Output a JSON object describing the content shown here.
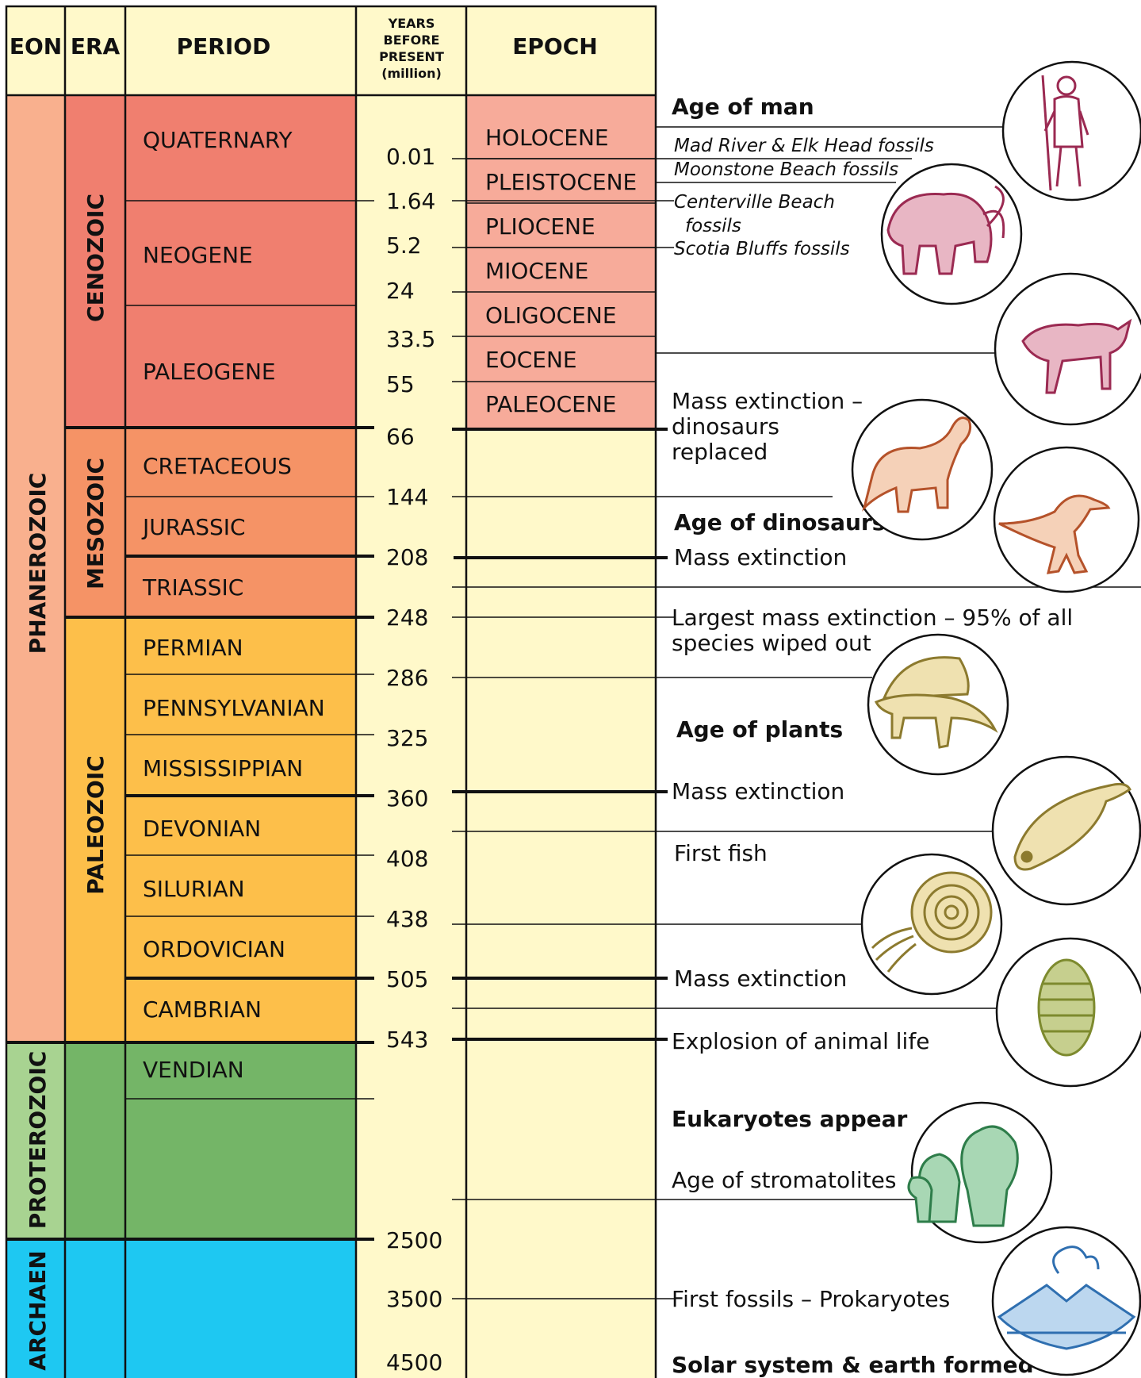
{
  "headers": {
    "eon": "EON",
    "era": "ERA",
    "period": "PERIOD",
    "years": [
      "YEARS",
      "BEFORE",
      "PRESENT",
      "(million)"
    ],
    "epoch": "EPOCH"
  },
  "colors": {
    "phanerozoic": "#f9b08e",
    "proterozoic": "#a8d391",
    "archaen": "#1ec8f2",
    "cenozoic": "#f07f6f",
    "mesozoic": "#f59366",
    "paleozoic": "#fdbf4a",
    "proterozoic_era": "#74b567",
    "epoch_fill": "#f7ab9a",
    "years_bg": "#fff9ca"
  },
  "eons": [
    {
      "label": "PHANEROZOIC"
    },
    {
      "label": "PROTEROZOIC"
    },
    {
      "label": "ARCHAEN"
    }
  ],
  "eras": [
    {
      "label": "CENOZOIC"
    },
    {
      "label": "MESOZOIC"
    },
    {
      "label": "PALEOZOIC"
    }
  ],
  "periods": [
    {
      "label": "QUATERNARY"
    },
    {
      "label": "NEOGENE"
    },
    {
      "label": "PALEOGENE"
    },
    {
      "label": "CRETACEOUS"
    },
    {
      "label": "JURASSIC"
    },
    {
      "label": "TRIASSIC"
    },
    {
      "label": "PERMIAN"
    },
    {
      "label": "PENNSYLVANIAN"
    },
    {
      "label": "MISSISSIPPIAN"
    },
    {
      "label": "DEVONIAN"
    },
    {
      "label": "SILURIAN"
    },
    {
      "label": "ORDOVICIAN"
    },
    {
      "label": "CAMBRIAN"
    },
    {
      "label": "VENDIAN"
    }
  ],
  "epochs": [
    {
      "label": "HOLOCENE"
    },
    {
      "label": "PLEISTOCENE"
    },
    {
      "label": "PLIOCENE"
    },
    {
      "label": "MIOCENE"
    },
    {
      "label": "OLIGOCENE"
    },
    {
      "label": "EOCENE"
    },
    {
      "label": "PALEOCENE"
    }
  ],
  "years": [
    "0.01",
    "1.64",
    "5.2",
    "24",
    "33.5",
    "55",
    "66",
    "144",
    "208",
    "248",
    "286",
    "325",
    "360",
    "408",
    "438",
    "505",
    "543",
    "2500",
    "3500",
    "4500"
  ],
  "notes": [
    {
      "text": "Age of man",
      "style": "bold"
    },
    {
      "text": "Mad River & Elk Head fossils",
      "style": "italic"
    },
    {
      "text": "Moonstone Beach fossils",
      "style": "italic"
    },
    {
      "text": "Centerville Beach",
      "style": "italic"
    },
    {
      "text": "fossils",
      "style": "italic"
    },
    {
      "text": "Scotia Bluffs fossils",
      "style": "italic"
    },
    {
      "text": "Mass extinction –",
      "style": "normal"
    },
    {
      "text": "dinosaurs",
      "style": "normal"
    },
    {
      "text": "replaced",
      "style": "normal"
    },
    {
      "text": "Age of dinosaurs",
      "style": "bold"
    },
    {
      "text": "Mass extinction",
      "style": "normal"
    },
    {
      "text": "Largest mass extinction – 95% of all",
      "style": "normal"
    },
    {
      "text": "species wiped out",
      "style": "normal"
    },
    {
      "text": "Age of plants",
      "style": "bold"
    },
    {
      "text": "Mass extinction",
      "style": "normal"
    },
    {
      "text": "First fish",
      "style": "normal"
    },
    {
      "text": "Mass extinction",
      "style": "normal"
    },
    {
      "text": "Explosion of animal life",
      "style": "normal"
    },
    {
      "text": "Eukaryotes appear",
      "style": "bold"
    },
    {
      "text": "Age of stromatolites",
      "style": "normal"
    },
    {
      "text": "First fossils – Prokaryotes",
      "style": "normal"
    },
    {
      "text": "Solar system & earth formed",
      "style": "bold"
    }
  ],
  "illustrations": [
    {
      "icon": "caveman-icon",
      "color": "#9b2a52"
    },
    {
      "icon": "mammoth-icon",
      "color": "#9b2a52"
    },
    {
      "icon": "hyena-mammal-icon",
      "color": "#9b2a52"
    },
    {
      "icon": "sauropod-dinosaur-icon",
      "color": "#b5522a"
    },
    {
      "icon": "raptor-dinosaur-icon",
      "color": "#b5522a"
    },
    {
      "icon": "dimetrodon-icon",
      "color": "#8c7a2e"
    },
    {
      "icon": "fish-icon",
      "color": "#8c7a2e"
    },
    {
      "icon": "ammonite-icon",
      "color": "#8c7a2e"
    },
    {
      "icon": "trilobite-icon",
      "color": "#7d8a2e"
    },
    {
      "icon": "stromatolite-icon",
      "color": "#2e7d4a"
    },
    {
      "icon": "volcano-earth-icon",
      "color": "#2f6fb0"
    }
  ]
}
